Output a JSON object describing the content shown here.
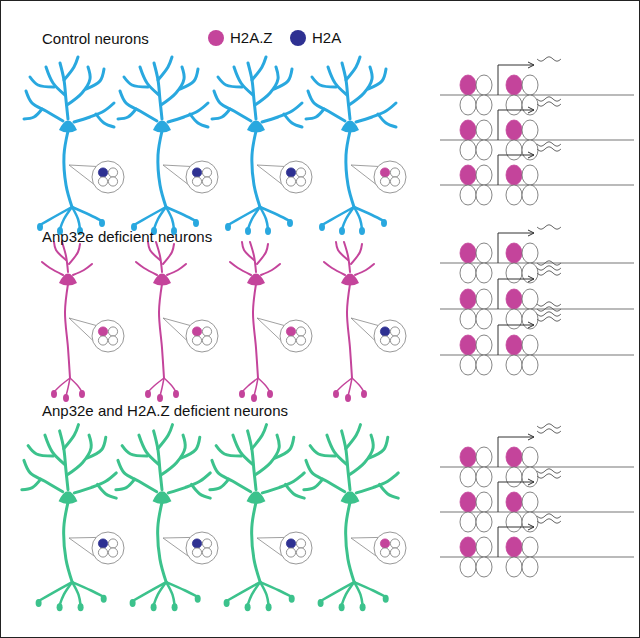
{
  "diagram": {
    "labels": [
      "Control neurons",
      "Anp32e deficient neurons",
      "Anp32e and H2A.Z deficient neurons"
    ],
    "legend": [
      {
        "text": "H2A.Z",
        "color": "#c4449b"
      },
      {
        "text": "H2A",
        "color": "#2e3192"
      }
    ]
  }
}
